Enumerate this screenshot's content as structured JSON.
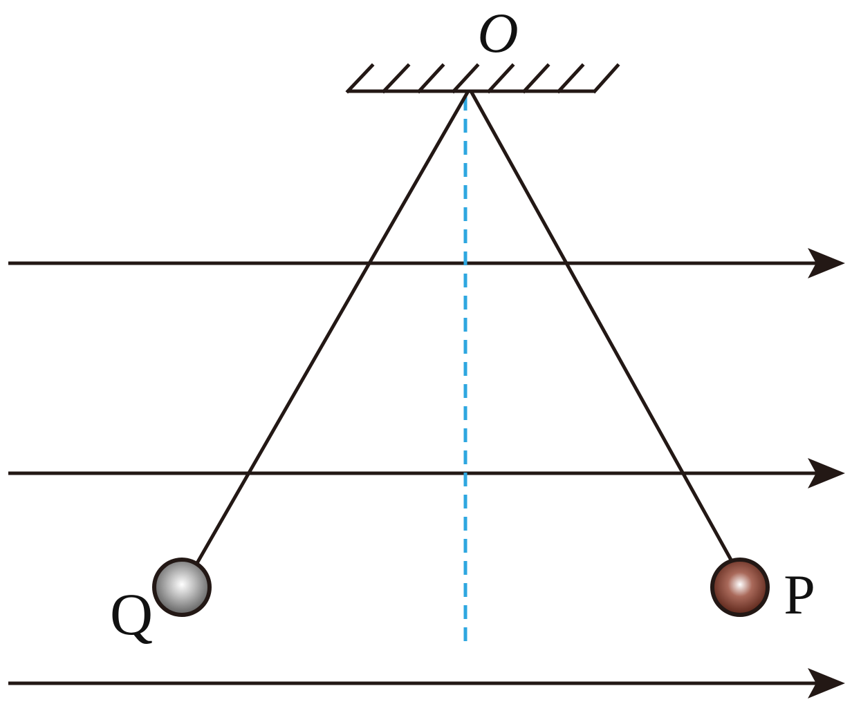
{
  "labels": {
    "pivot": "O",
    "left_ball": "Q",
    "right_ball": "P"
  },
  "colors": {
    "ink": "#231815",
    "vertical_reference": "#2ea7e0",
    "ball_q_fill": "#8c8c8c",
    "ball_p_fill": "#6b2f20"
  },
  "elements": {
    "field_lines": [
      "field-line-top",
      "field-line-middle",
      "field-line-bottom"
    ],
    "pivot_icon": "hatched-support-icon",
    "balls": [
      "ball-q",
      "ball-p"
    ]
  }
}
